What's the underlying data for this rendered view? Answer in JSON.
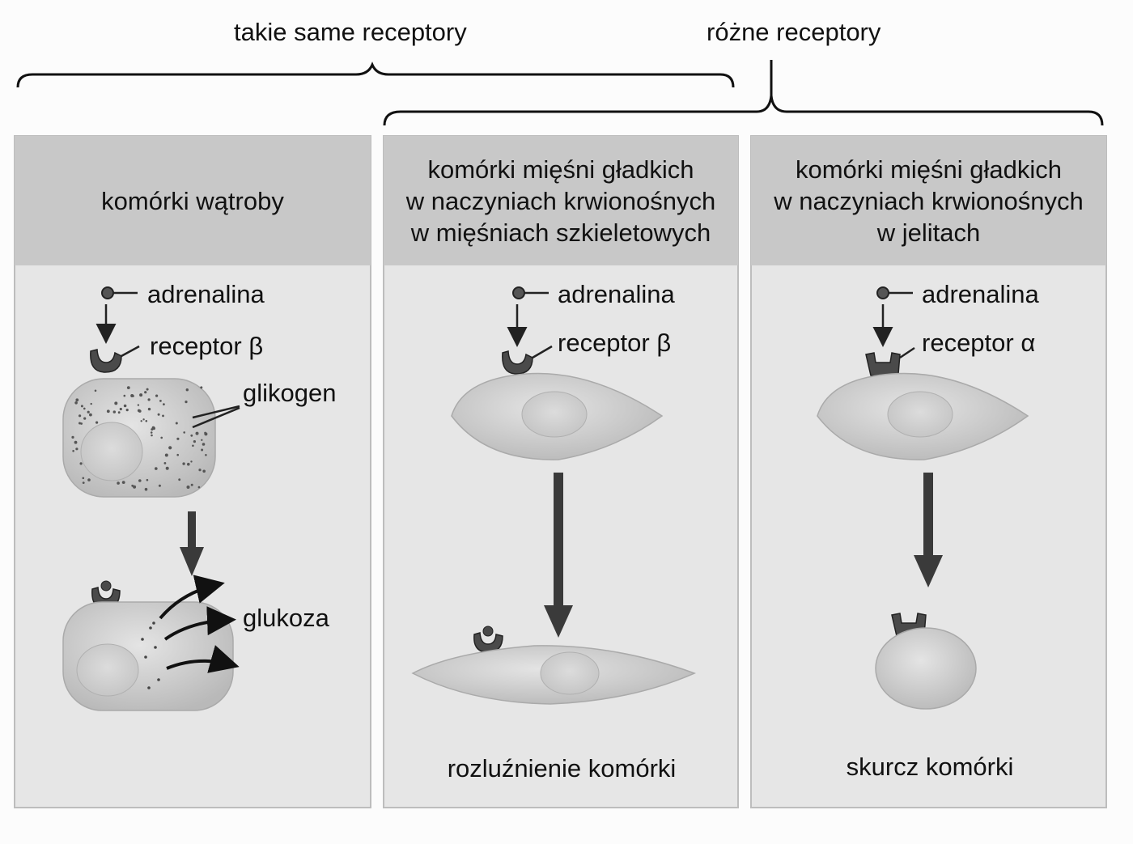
{
  "brackets": {
    "same_receptors": "takie same receptory",
    "different_receptors": "różne receptory"
  },
  "panels": [
    {
      "title": "komórki wątroby",
      "hormone": "adrenalina",
      "receptor": "receptor β",
      "glycogen": "glikogen",
      "result": "glukoza"
    },
    {
      "title": "komórki mięśni gładkich\nw naczyniach krwionośnych\nw mięśniach szkieletowych",
      "hormone": "adrenalina",
      "receptor": "receptor β",
      "result": "rozluźnienie komórki"
    },
    {
      "title": "komórki mięśni gładkich\nw naczyniach krwionośnych\nw jelitach",
      "hormone": "adrenalina",
      "receptor": "receptor α",
      "result": "skurcz komórki"
    }
  ],
  "colors": {
    "header_bg": "#c8c8c8",
    "panel_bg": "#e6e6e6",
    "cell_fill": "#d2d2d2",
    "receptor": "#4a4a4a",
    "arrow": "#3a3a3a"
  }
}
